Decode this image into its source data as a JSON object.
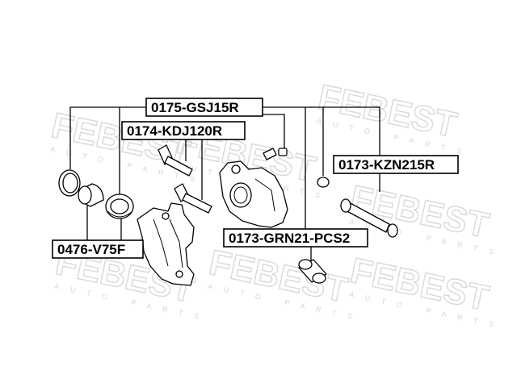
{
  "watermark": {
    "brand": "FEBEST",
    "tagline": "AUTO PARTS"
  },
  "labels": {
    "kit_0175": "0175-GSJ15R",
    "pin_0174": "0174-KDJ120R",
    "pin_0173_kzn": "0173-KZN215R",
    "boot_0173_grn": "0173-GRN21-PCS2",
    "piston_kit_0476": "0476-V75F"
  }
}
